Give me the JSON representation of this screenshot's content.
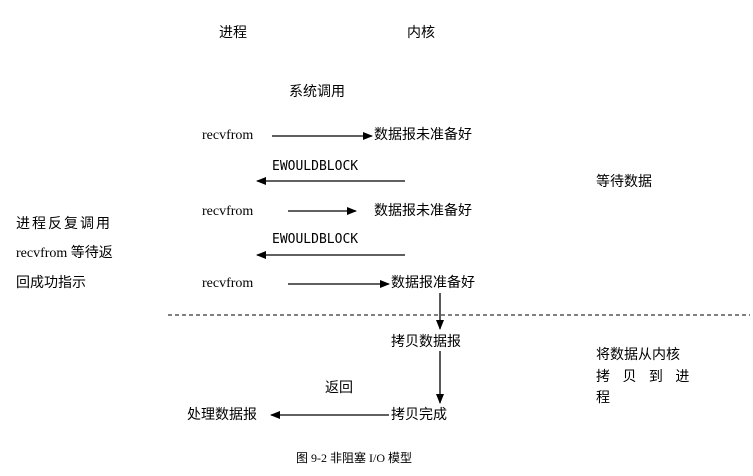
{
  "headers": {
    "process": "进程",
    "kernel": "内核"
  },
  "syscall_label": "系统调用",
  "rows": [
    {
      "call": "recvfrom",
      "kernel_state": "数据报未准备好",
      "reply": "EWOULDBLOCK"
    },
    {
      "call": "recvfrom",
      "kernel_state": "数据报未准备好",
      "reply": "EWOULDBLOCK"
    },
    {
      "call": "recvfrom",
      "kernel_state": "数据报准备好"
    }
  ],
  "wait_data": "等待数据",
  "left_note": [
    "进程反复调用",
    "recvfrom 等待返",
    "回成功指示"
  ],
  "copy_datagram": "拷贝数据报",
  "copy_note": [
    "将数据从内核",
    "拷 贝 到 进",
    "程"
  ],
  "return_label": "返回",
  "copy_done": "拷贝完成",
  "process_datagram": "处理数据报",
  "caption": "图 9-2    非阻塞 I/O 模型"
}
